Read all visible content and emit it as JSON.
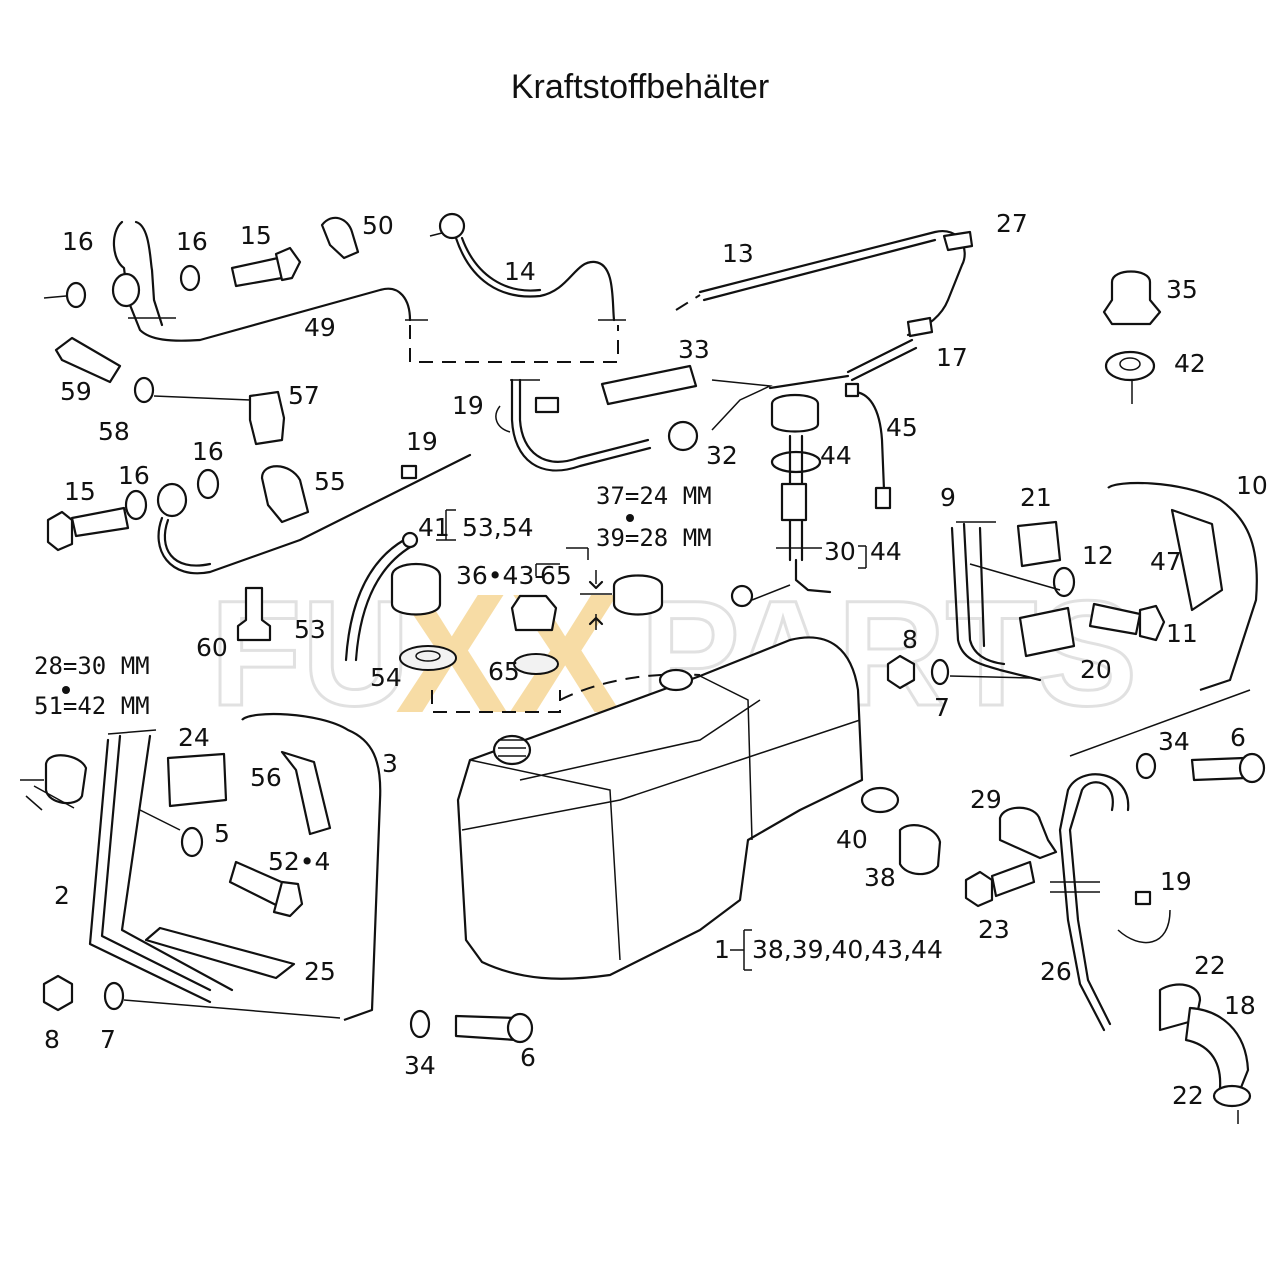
{
  "title": "Kraftstoffbehälter",
  "watermark": {
    "left": "FU",
    "mid": "XX",
    "right": "PARTS"
  },
  "labels": {
    "l16a": "16",
    "l16b": "16",
    "l15a": "15",
    "l50": "50",
    "l14": "14",
    "l13": "13",
    "l27": "27",
    "l35": "35",
    "l42": "42",
    "l49": "49",
    "l33": "33",
    "l17": "17",
    "l59": "59",
    "l57": "57",
    "l58": "58",
    "l19a": "19",
    "l32": "32",
    "l45": "45",
    "l44a": "44",
    "l15b": "15",
    "l16c": "16",
    "l16d": "16",
    "l55": "55",
    "l19b": "19",
    "l9": "9",
    "l21": "21",
    "l10": "10",
    "l41": "41",
    "l3654": "53,54",
    "l3724": "37=24 MM",
    "l3928": "39=28 MM",
    "l3643": "36•43-",
    "l65a": "65",
    "l30": "30",
    "l44b": "44",
    "l12": "12",
    "l47": "47",
    "l60": "60",
    "l53": "53",
    "l11": "11",
    "l8a": "8",
    "l2830": "28=30 MM",
    "l5142": "51=42 MM",
    "l54": "54",
    "l65b": "65",
    "l20": "20",
    "l7a": "7",
    "l24": "24",
    "l3": "3",
    "l56": "56",
    "l5": "5",
    "l524": "52•4",
    "l34a": "34",
    "l6a": "6",
    "l29": "29",
    "l2": "2",
    "l40": "40",
    "l38": "38",
    "l19c": "19",
    "l23": "23",
    "l1": "1",
    "l1list": "38,39,40,43,44",
    "l22a": "22",
    "l25": "25",
    "l26": "26",
    "l18": "18",
    "l8b": "8",
    "l7b": "7",
    "l34b": "34",
    "l6b": "6",
    "l22b": "22"
  }
}
